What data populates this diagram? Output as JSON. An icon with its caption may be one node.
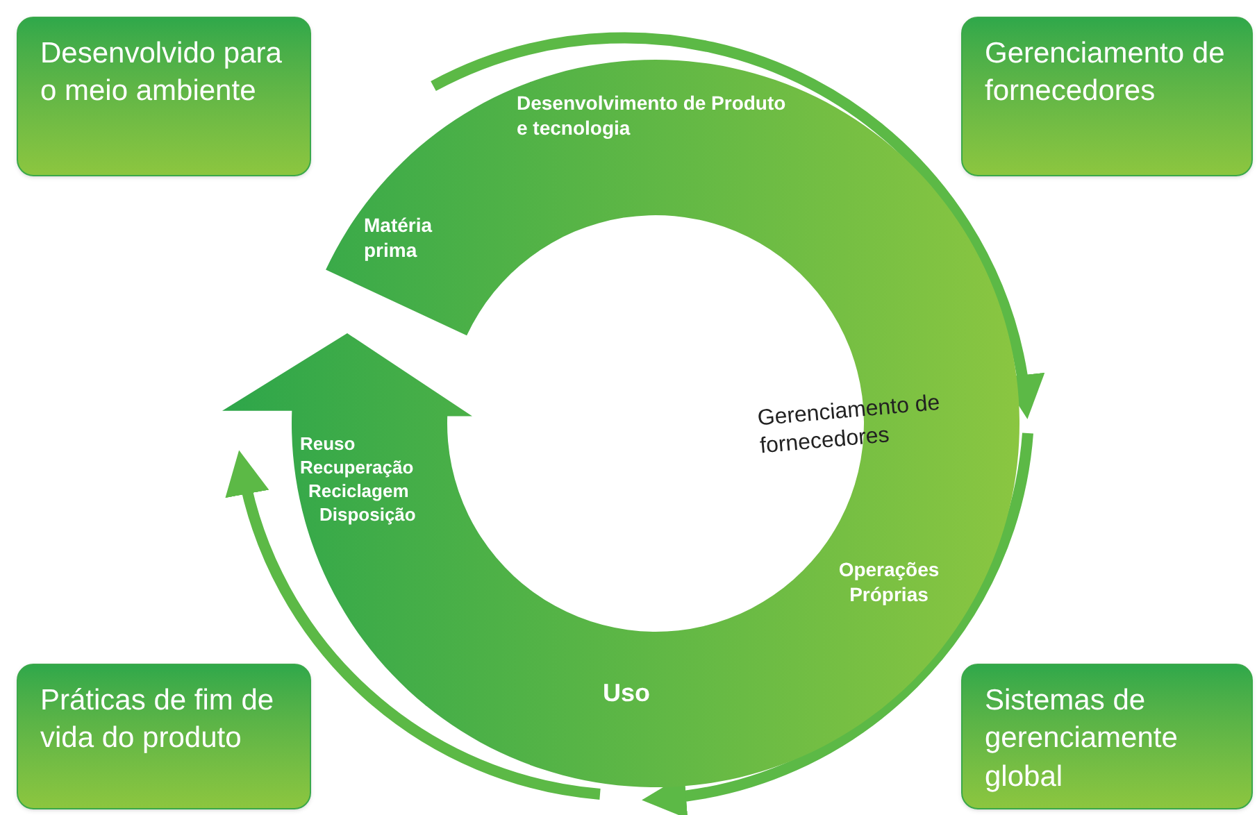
{
  "diagram": {
    "nodes": [
      {
        "text": [
          "Desenvolvido para o meio ambiente"
        ]
      },
      {
        "text": [
          "Gerenciamento de fornecedores"
        ]
      },
      {
        "text": [
          "Desenvolvimento de Produto e tecnologia",
          "Matéria prima",
          "Gerenciamento de fornecedores",
          "Operações Próprias",
          "Uso",
          "Reuso",
          "Recuperação",
          "Reciclagem",
          "Disposição"
        ]
      },
      {
        "text": [
          "Práticas de fim de vida do produto"
        ]
      },
      {
        "text": [
          "Sistemas de gerenciamente global"
        ]
      }
    ]
  }
}
